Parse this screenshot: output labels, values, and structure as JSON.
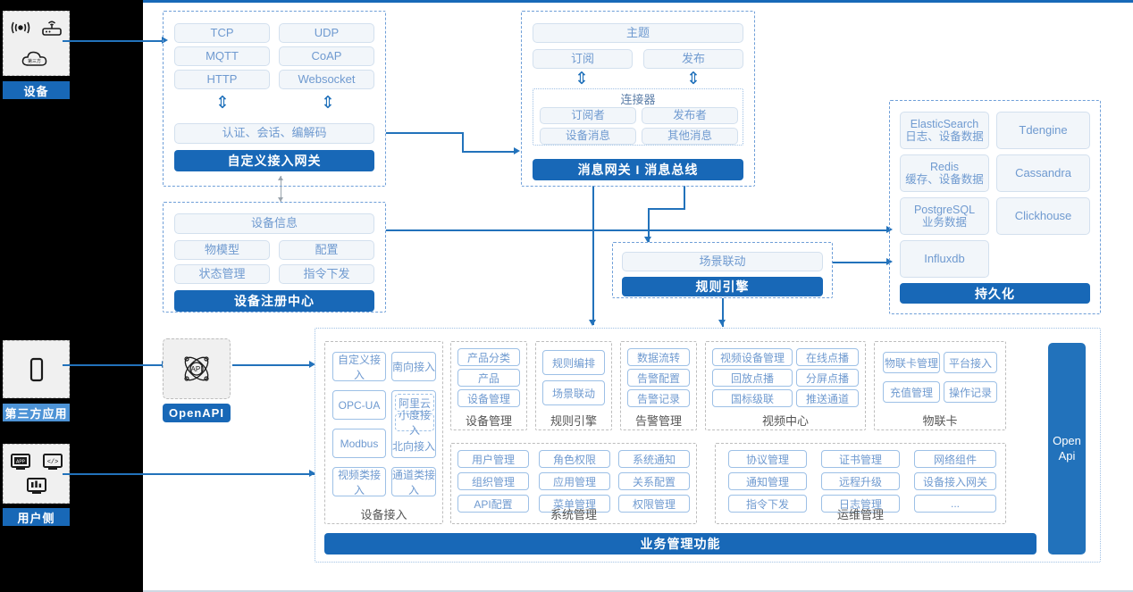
{
  "rail": {
    "device": {
      "label": "设备",
      "icons": [
        "wifi-signal-icon",
        "router-icon",
        "cloud-icon"
      ]
    },
    "third_party": {
      "label": "第三方应用",
      "icons": [
        "mobile-phone-icon"
      ]
    },
    "user_side": {
      "label": "用户侧",
      "icons": [
        "app-window-icon",
        "code-window-icon",
        "dashboard-window-icon"
      ]
    }
  },
  "gateway": {
    "protocols": [
      "TCP",
      "UDP",
      "MQTT",
      "CoAP",
      "HTTP",
      "Websocket"
    ],
    "middle": "认证、会话、编解码",
    "title": "自定义接入网关"
  },
  "bus": {
    "topic": "主题",
    "subscribe": "订阅",
    "publish": "发布",
    "connector_title": "连接器",
    "connector_items": [
      "订阅者",
      "发布者",
      "设备消息",
      "其他消息"
    ],
    "title": "消息网关 I 消息总线"
  },
  "registry": {
    "info": "设备信息",
    "items": [
      "物模型",
      "配置",
      "状态管理",
      "指令下发"
    ],
    "title": "设备注册中心"
  },
  "rule": {
    "scene": "场景联动",
    "title": "规则引擎"
  },
  "persistence": {
    "stores": [
      {
        "name": "ElasticSearch",
        "sub": "日志、设备数据"
      },
      {
        "name": "Tdengine",
        "sub": ""
      },
      {
        "name": "Redis",
        "sub": "缓存、设备数据"
      },
      {
        "name": "Cassandra",
        "sub": ""
      },
      {
        "name": "PostgreSQL",
        "sub": "业务数据"
      },
      {
        "name": "Clickhouse",
        "sub": ""
      },
      {
        "name": "Influxdb",
        "sub": ""
      }
    ],
    "title": "持久化"
  },
  "openapi": {
    "label": "OpenAPI",
    "icon": "api-atom-icon"
  },
  "openapi_vertical": {
    "line1": "Open",
    "line2": "Api"
  },
  "business": {
    "title": "业务管理功能",
    "device_access": {
      "caption": "设备接入",
      "left": [
        "自定义接入",
        "OPC-UA",
        "Modbus",
        "视频类接入"
      ],
      "right_top": "南向接入",
      "north": {
        "items": [
          "阿里云",
          "小度接入"
        ],
        "label": "北向接入"
      },
      "right_bottom": "通道类接入"
    },
    "columns": [
      {
        "caption": "设备管理",
        "items": [
          "产品分类",
          "产品",
          "设备管理"
        ]
      },
      {
        "caption": "规则引擎",
        "items": [
          "规则编排",
          "场景联动"
        ]
      },
      {
        "caption": "告警管理",
        "items": [
          "数据流转",
          "告警配置",
          "告警记录"
        ]
      },
      {
        "caption": "视频中心",
        "items": [
          "视频设备管理",
          "在线点播",
          "回放点播",
          "分屏点播",
          "国标级联",
          "推送通道"
        ]
      },
      {
        "caption": "物联卡",
        "items": [
          "物联卡管理",
          "平台接入",
          "充值管理",
          "操作记录"
        ]
      },
      {
        "caption": "系统管理",
        "items": [
          "用户管理",
          "角色权限",
          "系统通知",
          "组织管理",
          "应用管理",
          "关系配置",
          "API配置",
          "菜单管理",
          "权限管理"
        ]
      },
      {
        "caption": "运维管理",
        "items": [
          "协议管理",
          "证书管理",
          "网络组件",
          "通知管理",
          "远程升级",
          "设备接入网关",
          "指令下发",
          "日志管理",
          "..."
        ]
      }
    ]
  },
  "colors": {
    "brand": "#1868b7",
    "line": "#2272bb",
    "pill_text": "#6f9ad0",
    "pill_bg": "#f2f6fa"
  }
}
